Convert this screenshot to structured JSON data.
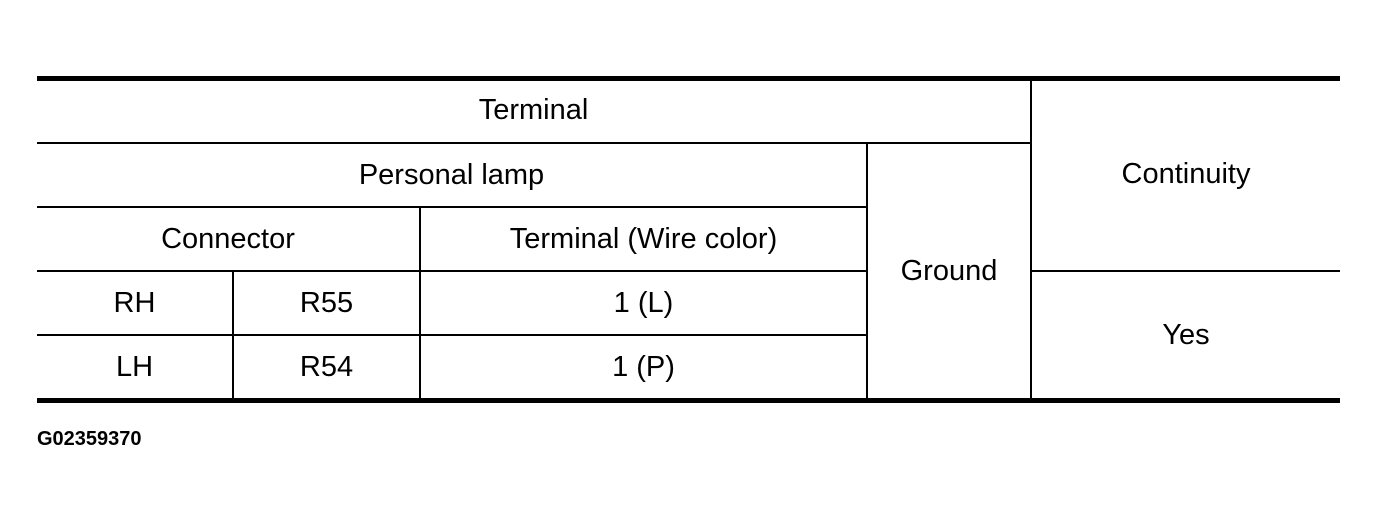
{
  "table": {
    "header": {
      "terminal": "Terminal",
      "personal_lamp": "Personal lamp",
      "connector": "Connector",
      "terminal_wire_color": "Terminal (Wire color)",
      "ground": "Ground",
      "continuity": "Continuity"
    },
    "rows": [
      {
        "side": "RH",
        "connector": "R55",
        "terminal": "1 (L)"
      },
      {
        "side": "LH",
        "connector": "R54",
        "terminal": "1 (P)"
      }
    ],
    "continuity_value": "Yes"
  },
  "figure_id": "G02359370"
}
